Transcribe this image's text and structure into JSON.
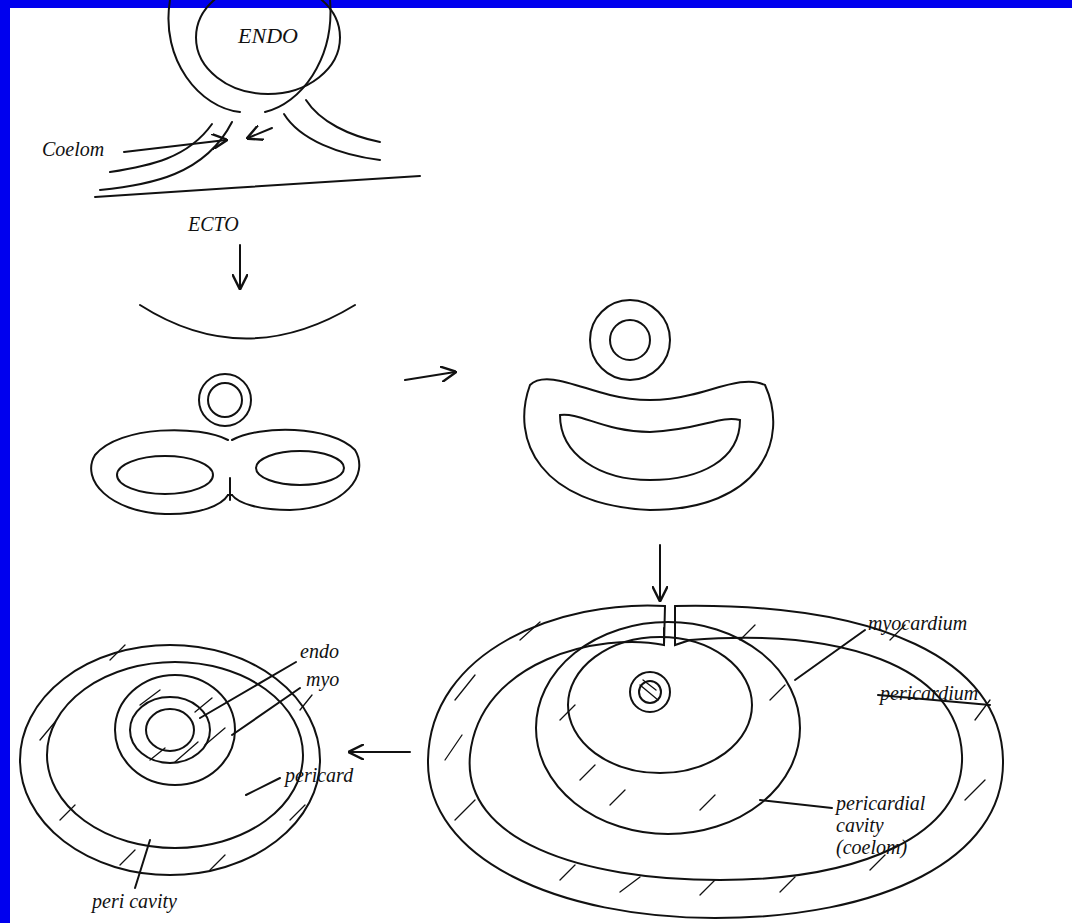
{
  "diagram": {
    "nodes": [
      {
        "text": [
          "ENDO"
        ]
      }
    ],
    "labels": [
      "Coelom",
      "ECTO",
      "endo",
      "myo",
      "myocardium",
      "pericardium",
      "pericardial cavity (coelom)",
      "pericard",
      "peri cavity"
    ]
  }
}
